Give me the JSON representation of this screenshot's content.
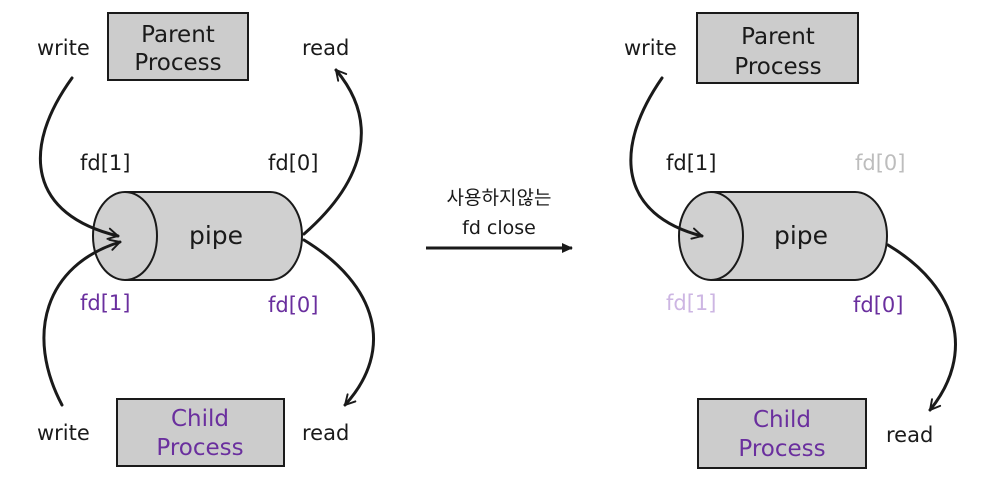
{
  "colors": {
    "text": "#1a1a1a",
    "purple": "#6a2f9e",
    "faded_gray": "#bdbdbd",
    "faded_purple": "#cdb6e3",
    "box_fill": "#cccccc",
    "pipe_fill": "#d0d0d0",
    "stroke": "#1a1a1a"
  },
  "left": {
    "parent": {
      "line1": "Parent",
      "line2": "Process"
    },
    "child": {
      "line1": "Child",
      "line2": "Process"
    },
    "pipe": "pipe",
    "parent_write": "write",
    "parent_read": "read",
    "child_write": "write",
    "child_read": "read",
    "parent_fd1": "fd[1]",
    "parent_fd0": "fd[0]",
    "child_fd1": "fd[1]",
    "child_fd0": "fd[0]"
  },
  "middle": {
    "line1": "사용하지않는",
    "line2": "fd close"
  },
  "right": {
    "parent": {
      "line1": "Parent",
      "line2": "Process"
    },
    "child": {
      "line1": "Child",
      "line2": "Process"
    },
    "pipe": "pipe",
    "parent_write": "write",
    "child_read": "read",
    "parent_fd1": "fd[1]",
    "parent_fd0_closed": "fd[0]",
    "child_fd1_closed": "fd[1]",
    "child_fd0": "fd[0]"
  }
}
